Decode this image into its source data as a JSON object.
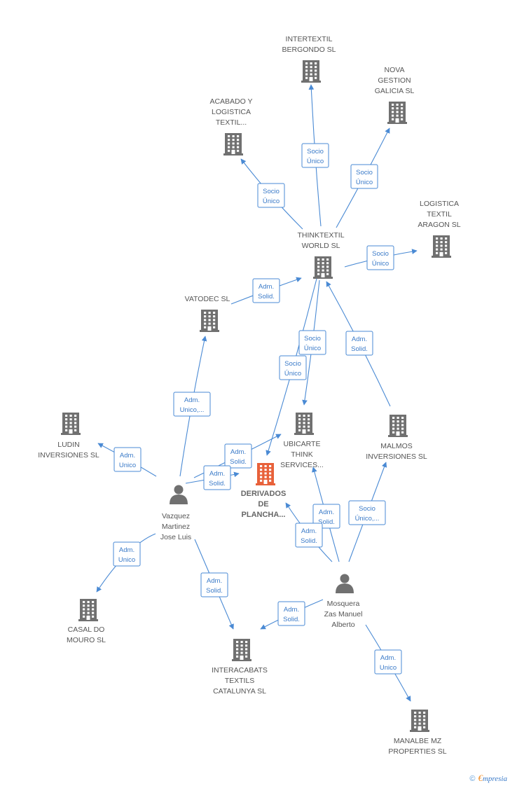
{
  "colors": {
    "company": "#707070",
    "company_main": "#e8613a",
    "person": "#707070",
    "edge": "#4a8ad4",
    "label": "#555555"
  },
  "nodes": [
    {
      "id": "intertextil",
      "type": "company",
      "label": [
        "INTERTEXTIL",
        "BERGONDO  SL"
      ]
    },
    {
      "id": "nova",
      "type": "company",
      "label": [
        "NOVA",
        "GESTION",
        "GALICIA  SL"
      ]
    },
    {
      "id": "acabado",
      "type": "company",
      "label": [
        "ACABADO Y",
        "LOGISTICA",
        "TEXTIL..."
      ]
    },
    {
      "id": "logistica",
      "type": "company",
      "label": [
        "LOGISTICA",
        "TEXTIL",
        "ARAGON  SL"
      ]
    },
    {
      "id": "thinktextil",
      "type": "company",
      "label": [
        "THINKTEXTIL",
        "WORLD SL"
      ]
    },
    {
      "id": "vatodec",
      "type": "company",
      "label": [
        "VATODEC SL"
      ]
    },
    {
      "id": "ludin",
      "type": "company",
      "label": [
        "LUDIN",
        "INVERSIONES SL"
      ]
    },
    {
      "id": "ubicarte",
      "type": "company",
      "label": [
        "UBICARTE",
        "THINK",
        "SERVICES..."
      ]
    },
    {
      "id": "malmos",
      "type": "company",
      "label": [
        "MALMOS",
        "INVERSIONES SL"
      ]
    },
    {
      "id": "derivados",
      "type": "company_main",
      "label": [
        "DERIVADOS",
        "DE",
        "PLANCHA..."
      ]
    },
    {
      "id": "vazquez",
      "type": "person",
      "label": [
        "Vazquez",
        "Martinez",
        "Jose Luis"
      ]
    },
    {
      "id": "mosquera",
      "type": "person",
      "label": [
        "Mosquera",
        "Zas Manuel",
        "Alberto"
      ]
    },
    {
      "id": "casal",
      "type": "company",
      "label": [
        "CASAL DO",
        "MOURO SL"
      ]
    },
    {
      "id": "interacabats",
      "type": "company",
      "label": [
        "INTERACABATS",
        "TEXTILS",
        "CATALUNYA  SL"
      ]
    },
    {
      "id": "manalbe",
      "type": "company",
      "label": [
        "MANALBE MZ",
        "PROPERTIES SL"
      ]
    }
  ],
  "edges": [
    {
      "from": "thinktextil",
      "to": "intertextil",
      "label": [
        "Socio",
        "Único"
      ]
    },
    {
      "from": "thinktextil",
      "to": "nova",
      "label": [
        "Socio",
        "Único"
      ]
    },
    {
      "from": "thinktextil",
      "to": "acabado",
      "label": [
        "Socio",
        "Único"
      ]
    },
    {
      "from": "thinktextil",
      "to": "logistica",
      "label": [
        "Socio",
        "Único"
      ]
    },
    {
      "from": "vatodec",
      "to": "thinktextil",
      "label": [
        "Adm.",
        "Solid."
      ]
    },
    {
      "from": "thinktextil",
      "to": "ubicarte",
      "label": [
        "Socio",
        "Único"
      ]
    },
    {
      "from": "thinktextil",
      "to": "derivados",
      "label": [
        "Socio",
        "Único"
      ]
    },
    {
      "from": "malmos",
      "to": "thinktextil",
      "label": [
        "Adm.",
        "Solid."
      ]
    },
    {
      "from": "vazquez",
      "to": "vatodec",
      "label": [
        "Adm.",
        "Unico,..."
      ]
    },
    {
      "from": "vazquez",
      "to": "ludin",
      "label": [
        "Adm.",
        "Unico"
      ]
    },
    {
      "from": "vazquez",
      "to": "ubicarte",
      "label": [
        "Adm.",
        "Solid."
      ]
    },
    {
      "from": "vazquez",
      "to": "derivados",
      "label": [
        "Adm.",
        "Solid."
      ]
    },
    {
      "from": "vazquez",
      "to": "casal",
      "label": [
        "Adm.",
        "Unico"
      ]
    },
    {
      "from": "vazquez",
      "to": "interacabats",
      "label": [
        "Adm.",
        "Solid."
      ]
    },
    {
      "from": "mosquera",
      "to": "ubicarte",
      "label": [
        "Adm.",
        "Solid."
      ]
    },
    {
      "from": "mosquera",
      "to": "derivados",
      "label": [
        "Adm.",
        "Solid."
      ]
    },
    {
      "from": "mosquera",
      "to": "malmos",
      "label": [
        "Socio",
        "Único,..."
      ]
    },
    {
      "from": "mosquera",
      "to": "interacabats",
      "label": [
        "Adm.",
        "Solid."
      ]
    },
    {
      "from": "mosquera",
      "to": "manalbe",
      "label": [
        "Adm.",
        "Unico"
      ]
    }
  ],
  "footer": {
    "copyright_symbol": "©",
    "brand_initial": "€",
    "brand_rest": "mpresia"
  }
}
